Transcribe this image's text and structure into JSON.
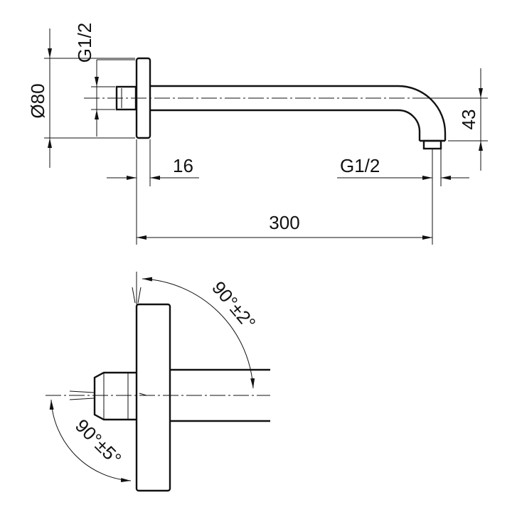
{
  "top_view": {
    "dim_diameter": "Ø80",
    "dim_inlet_thread": "G1/2",
    "dim_flange_depth": "16",
    "dim_outlet_thread": "G1/2",
    "dim_length": "300",
    "dim_drop": "43"
  },
  "side_view": {
    "angle_upper": "90°±2°",
    "angle_lower": "90°±5°"
  }
}
